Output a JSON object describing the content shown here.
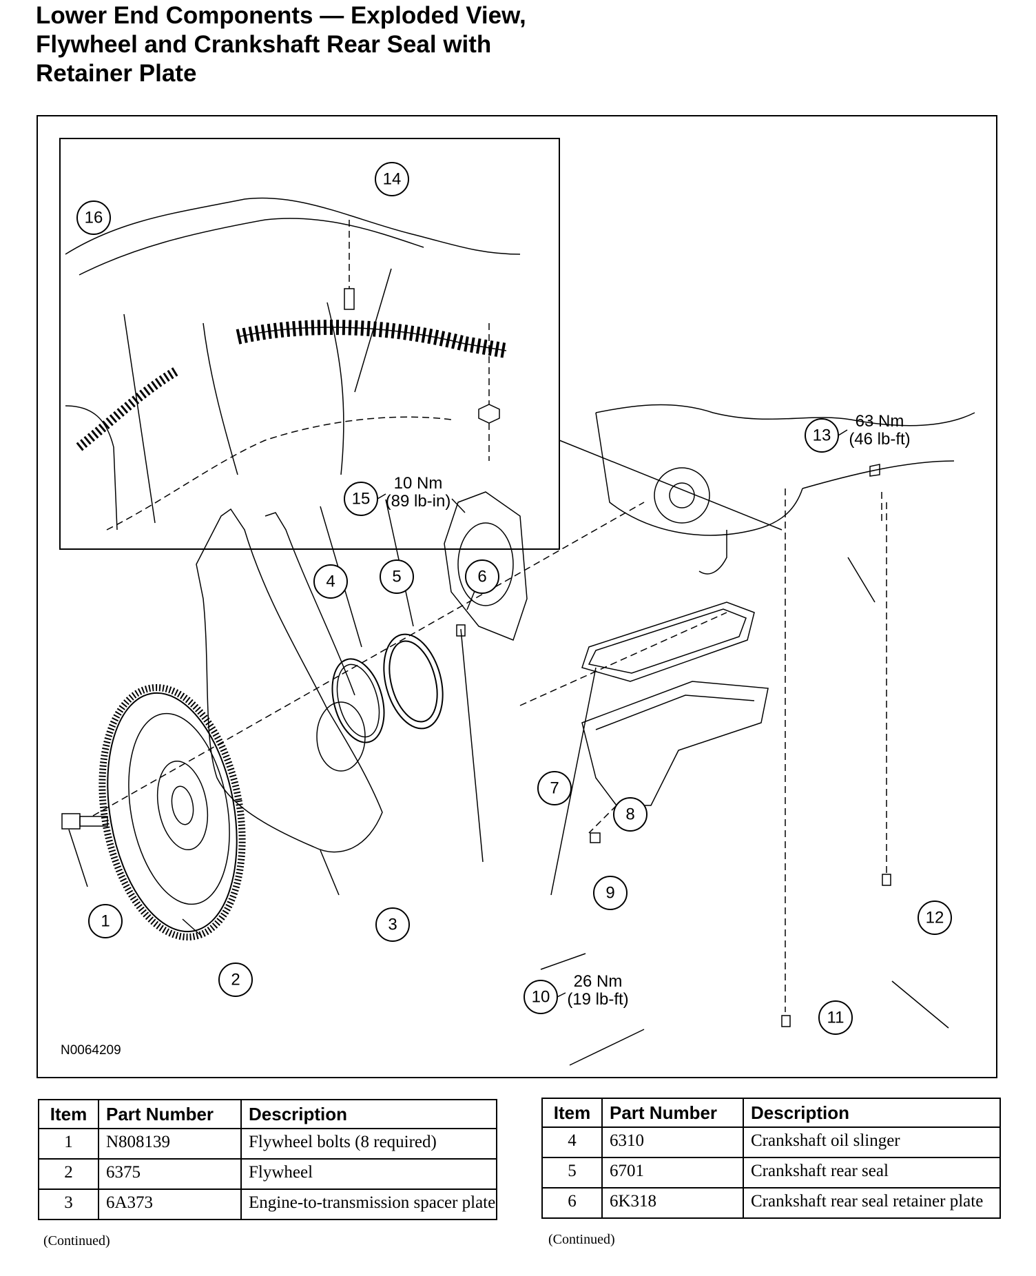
{
  "title": "Lower End Components — Exploded View, Flywheel and Crankshaft Rear Seal with Retainer Plate",
  "figure_code": "N0064209",
  "callouts": {
    "c1": "1",
    "c2": "2",
    "c3": "3",
    "c4": "4",
    "c5": "5",
    "c6": "6",
    "c7": "7",
    "c8": "8",
    "c9": "9",
    "c10": "10",
    "c11": "11",
    "c12": "12",
    "c13": "13",
    "c14": "14",
    "c15": "15",
    "c16": "16"
  },
  "torque": {
    "t13_nm": "63 Nm",
    "t13_lbft": "(46 lb-ft)",
    "t15_nm": "10 Nm",
    "t15_lbin": "(89 lb-in)",
    "t10_nm": "26 Nm",
    "t10_lbft": "(19 lb-ft)"
  },
  "table_headers": {
    "item": "Item",
    "part_number": "Part Number",
    "description": "Description"
  },
  "tables": [
    {
      "rows": [
        {
          "item": "1",
          "part": "N808139",
          "desc": "Flywheel bolts (8 required)"
        },
        {
          "item": "2",
          "part": "6375",
          "desc": "Flywheel"
        },
        {
          "item": "3",
          "part": "6A373",
          "desc": "Engine-to-transmission spacer plate"
        }
      ],
      "note": "(Continued)"
    },
    {
      "rows": [
        {
          "item": "4",
          "part": "6310",
          "desc": "Crankshaft oil slinger"
        },
        {
          "item": "5",
          "part": "6701",
          "desc": "Crankshaft rear seal"
        },
        {
          "item": "6",
          "part": "6K318",
          "desc": "Crankshaft rear seal retainer plate"
        }
      ],
      "note": "(Continued)"
    }
  ]
}
